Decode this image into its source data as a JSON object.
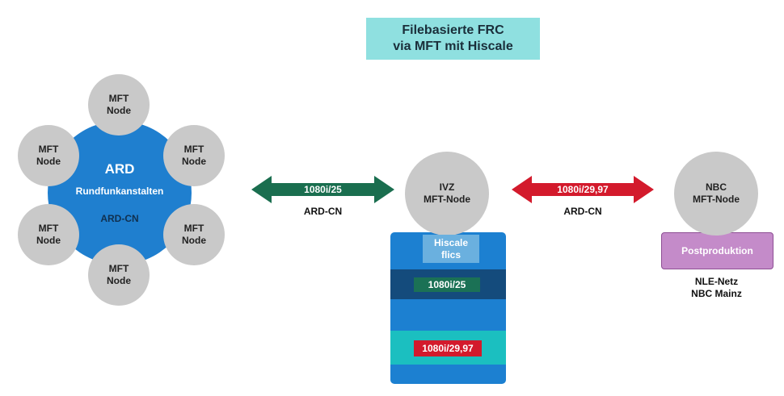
{
  "title": {
    "line1": "Filebasierte FRC",
    "line2": "via MFT mit Hiscale"
  },
  "ard_cluster": {
    "center": {
      "title": "ARD",
      "subtitle": "Rundfunkanstalten",
      "network": "ARD-CN"
    },
    "nodes": [
      {
        "line1": "MFT",
        "line2": "Node"
      },
      {
        "line1": "MFT",
        "line2": "Node"
      },
      {
        "line1": "MFT",
        "line2": "Node"
      },
      {
        "line1": "MFT",
        "line2": "Node"
      },
      {
        "line1": "MFT",
        "line2": "Node"
      },
      {
        "line1": "MFT",
        "line2": "Node"
      }
    ]
  },
  "left_link": {
    "format": "1080i/25",
    "network": "ARD-CN",
    "color": "#1a6e4f"
  },
  "ivz": {
    "line1": "IVZ",
    "line2": "MFT-Node"
  },
  "hiscale": {
    "label_line1": "Hiscale",
    "label_line2": "flics",
    "input_format": "1080i/25",
    "output_format": "1080i/29,97"
  },
  "right_link": {
    "format": "1080i/29,97",
    "network": "ARD-CN",
    "color": "#d31a2c"
  },
  "nbc": {
    "line1": "NBC",
    "line2": "MFT-Node",
    "post_label": "Postproduktion",
    "nle_line1": "NLE-Netz",
    "nle_line2": "NBC Mainz"
  }
}
